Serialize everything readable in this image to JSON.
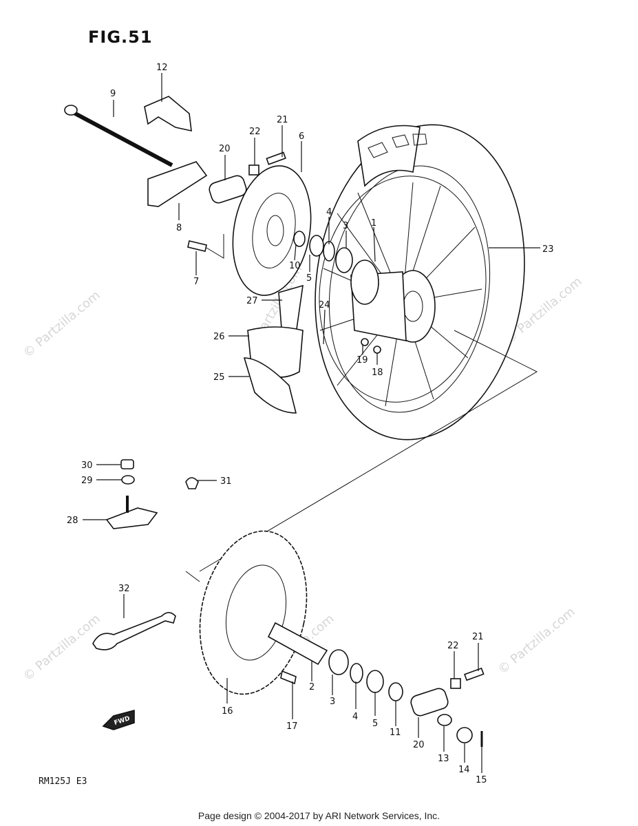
{
  "figure": {
    "title": "FIG.51",
    "model_code": "RM125J  E3"
  },
  "watermark": {
    "text": "© Partzilla.com"
  },
  "footer": {
    "text": "Page design © 2004-2017 by ARI Network Services, Inc."
  },
  "fwd_label": "FWD",
  "callouts": [
    {
      "id": "c12",
      "label": "12"
    },
    {
      "id": "c9",
      "label": "9"
    },
    {
      "id": "c21a",
      "label": "21"
    },
    {
      "id": "c22a",
      "label": "22"
    },
    {
      "id": "c6",
      "label": "6"
    },
    {
      "id": "c20a",
      "label": "20"
    },
    {
      "id": "c8",
      "label": "8"
    },
    {
      "id": "c4a",
      "label": "4"
    },
    {
      "id": "c3a",
      "label": "3"
    },
    {
      "id": "c1",
      "label": "1"
    },
    {
      "id": "c23",
      "label": "23"
    },
    {
      "id": "c10",
      "label": "10"
    },
    {
      "id": "c5a",
      "label": "5"
    },
    {
      "id": "c7",
      "label": "7"
    },
    {
      "id": "c27",
      "label": "27"
    },
    {
      "id": "c24",
      "label": "24"
    },
    {
      "id": "c26",
      "label": "26"
    },
    {
      "id": "c19",
      "label": "19"
    },
    {
      "id": "c18",
      "label": "18"
    },
    {
      "id": "c25",
      "label": "25"
    },
    {
      "id": "c30",
      "label": "30"
    },
    {
      "id": "c29",
      "label": "29"
    },
    {
      "id": "c31",
      "label": "31"
    },
    {
      "id": "c28",
      "label": "28"
    },
    {
      "id": "c32",
      "label": "32"
    },
    {
      "id": "c22b",
      "label": "22"
    },
    {
      "id": "c21b",
      "label": "21"
    },
    {
      "id": "c2",
      "label": "2"
    },
    {
      "id": "c16",
      "label": "16"
    },
    {
      "id": "c3b",
      "label": "3"
    },
    {
      "id": "c4b",
      "label": "4"
    },
    {
      "id": "c5b",
      "label": "5"
    },
    {
      "id": "c11",
      "label": "11"
    },
    {
      "id": "c17",
      "label": "17"
    },
    {
      "id": "c20b",
      "label": "20"
    },
    {
      "id": "c13",
      "label": "13"
    },
    {
      "id": "c14",
      "label": "14"
    },
    {
      "id": "c15",
      "label": "15"
    }
  ]
}
